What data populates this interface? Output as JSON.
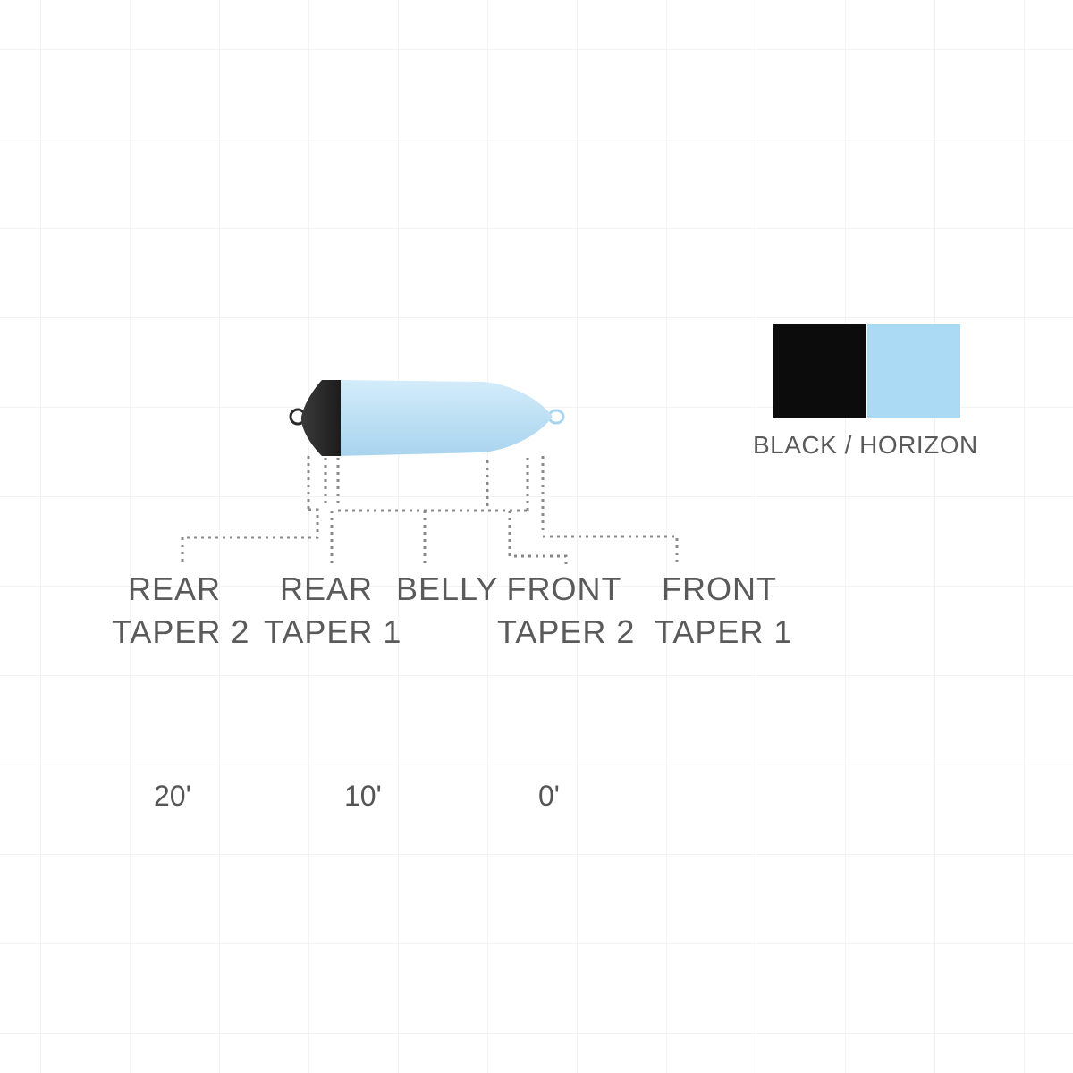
{
  "colors": {
    "tip": "#2a2a2a",
    "body": "#b9def3",
    "swatch_black": "#0c0c0c",
    "swatch_horizon": "#abdaf5",
    "guide": "#8a8a8a",
    "text": "#5a5a5a"
  },
  "diagram": {
    "sections": [
      {
        "line1": "REAR",
        "line2": "TAPER 2"
      },
      {
        "line1": "REAR",
        "line2": "TAPER 1"
      },
      {
        "line1": "BELLY",
        "line2": ""
      },
      {
        "line1": "FRONT",
        "line2": "TAPER 2"
      },
      {
        "line1": "FRONT",
        "line2": "TAPER 1"
      }
    ],
    "distances": [
      "20'",
      "10'",
      "0'"
    ]
  },
  "legend": {
    "label": "BLACK / HORIZON"
  }
}
